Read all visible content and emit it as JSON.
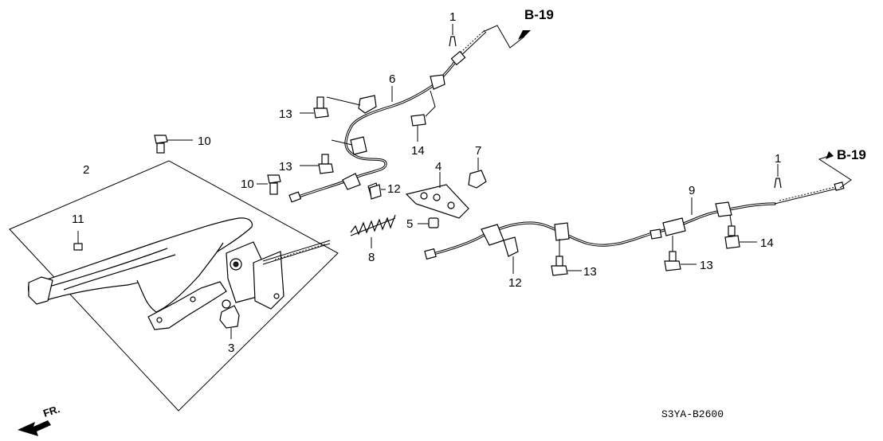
{
  "diagram": {
    "drawing_code": "S3YA-B2600",
    "front_indicator": "FR.",
    "ref_upper": "B-19",
    "ref_lower": "B-19",
    "callouts": {
      "c1a": "1",
      "c1b": "1",
      "c2": "2",
      "c3": "3",
      "c4": "4",
      "c5": "5",
      "c6": "6",
      "c7": "7",
      "c8": "8",
      "c9": "9",
      "c10a": "10",
      "c10b": "10",
      "c11": "11",
      "c12a": "12",
      "c12b": "12",
      "c13a": "13",
      "c13b": "13",
      "c13c": "13",
      "c13d": "13",
      "c14a": "14",
      "c14b": "14"
    }
  }
}
